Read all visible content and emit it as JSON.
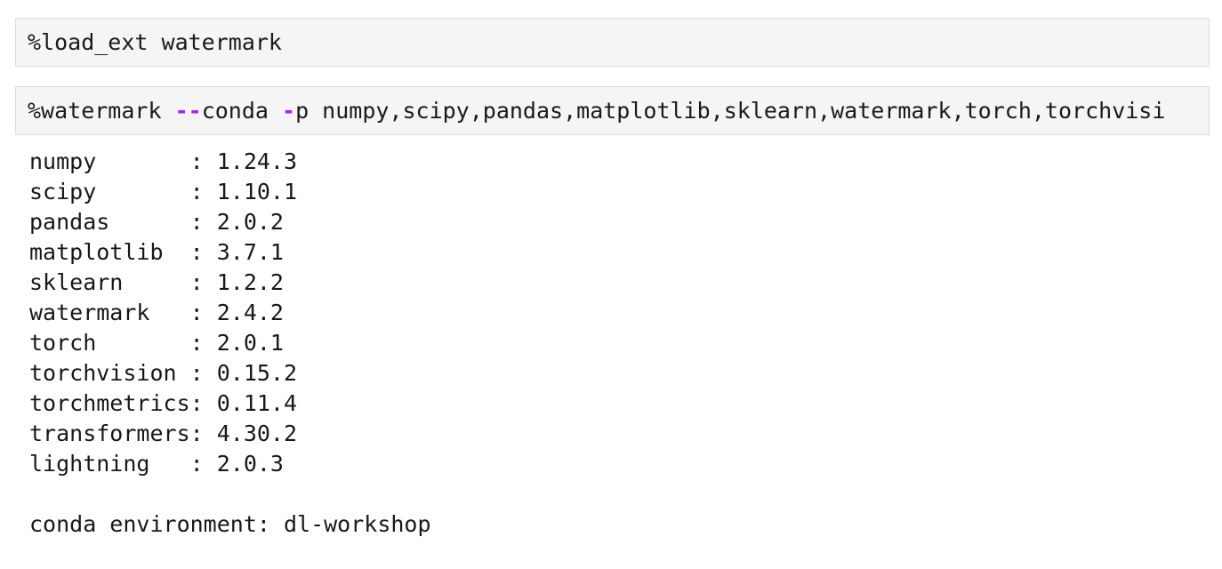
{
  "colors": {
    "cell_background": "#f5f5f5",
    "cell_border": "#dcdcdc",
    "code_text": "#1a1a1a",
    "operator_purple": "#AA22FF",
    "output_text": "#181818",
    "page_background": "#ffffff"
  },
  "cells": [
    {
      "tokens": [
        {
          "text": "%load_ext watermark",
          "style": "plain"
        }
      ]
    },
    {
      "tokens": [
        {
          "text": "%watermark ",
          "style": "plain"
        },
        {
          "text": "--",
          "style": "operator"
        },
        {
          "text": "conda ",
          "style": "plain"
        },
        {
          "text": "-",
          "style": "operator"
        },
        {
          "text": "p numpy,scipy,pandas,matplotlib,sklearn,watermark,torch,torchvisi",
          "style": "plain"
        }
      ]
    }
  ],
  "output": {
    "name_pad": 12,
    "separator": ": ",
    "packages": [
      {
        "name": "numpy",
        "version": "1.24.3"
      },
      {
        "name": "scipy",
        "version": "1.10.1"
      },
      {
        "name": "pandas",
        "version": "2.0.2"
      },
      {
        "name": "matplotlib",
        "version": "3.7.1"
      },
      {
        "name": "sklearn",
        "version": "1.2.2"
      },
      {
        "name": "watermark",
        "version": "2.4.2"
      },
      {
        "name": "torch",
        "version": "2.0.1"
      },
      {
        "name": "torchvision",
        "version": "0.15.2"
      },
      {
        "name": "torchmetrics",
        "version": "0.11.4"
      },
      {
        "name": "transformers",
        "version": "4.30.2"
      },
      {
        "name": "lightning",
        "version": "2.0.3"
      }
    ],
    "conda": {
      "label": "conda environment",
      "value": "dl-workshop"
    }
  }
}
